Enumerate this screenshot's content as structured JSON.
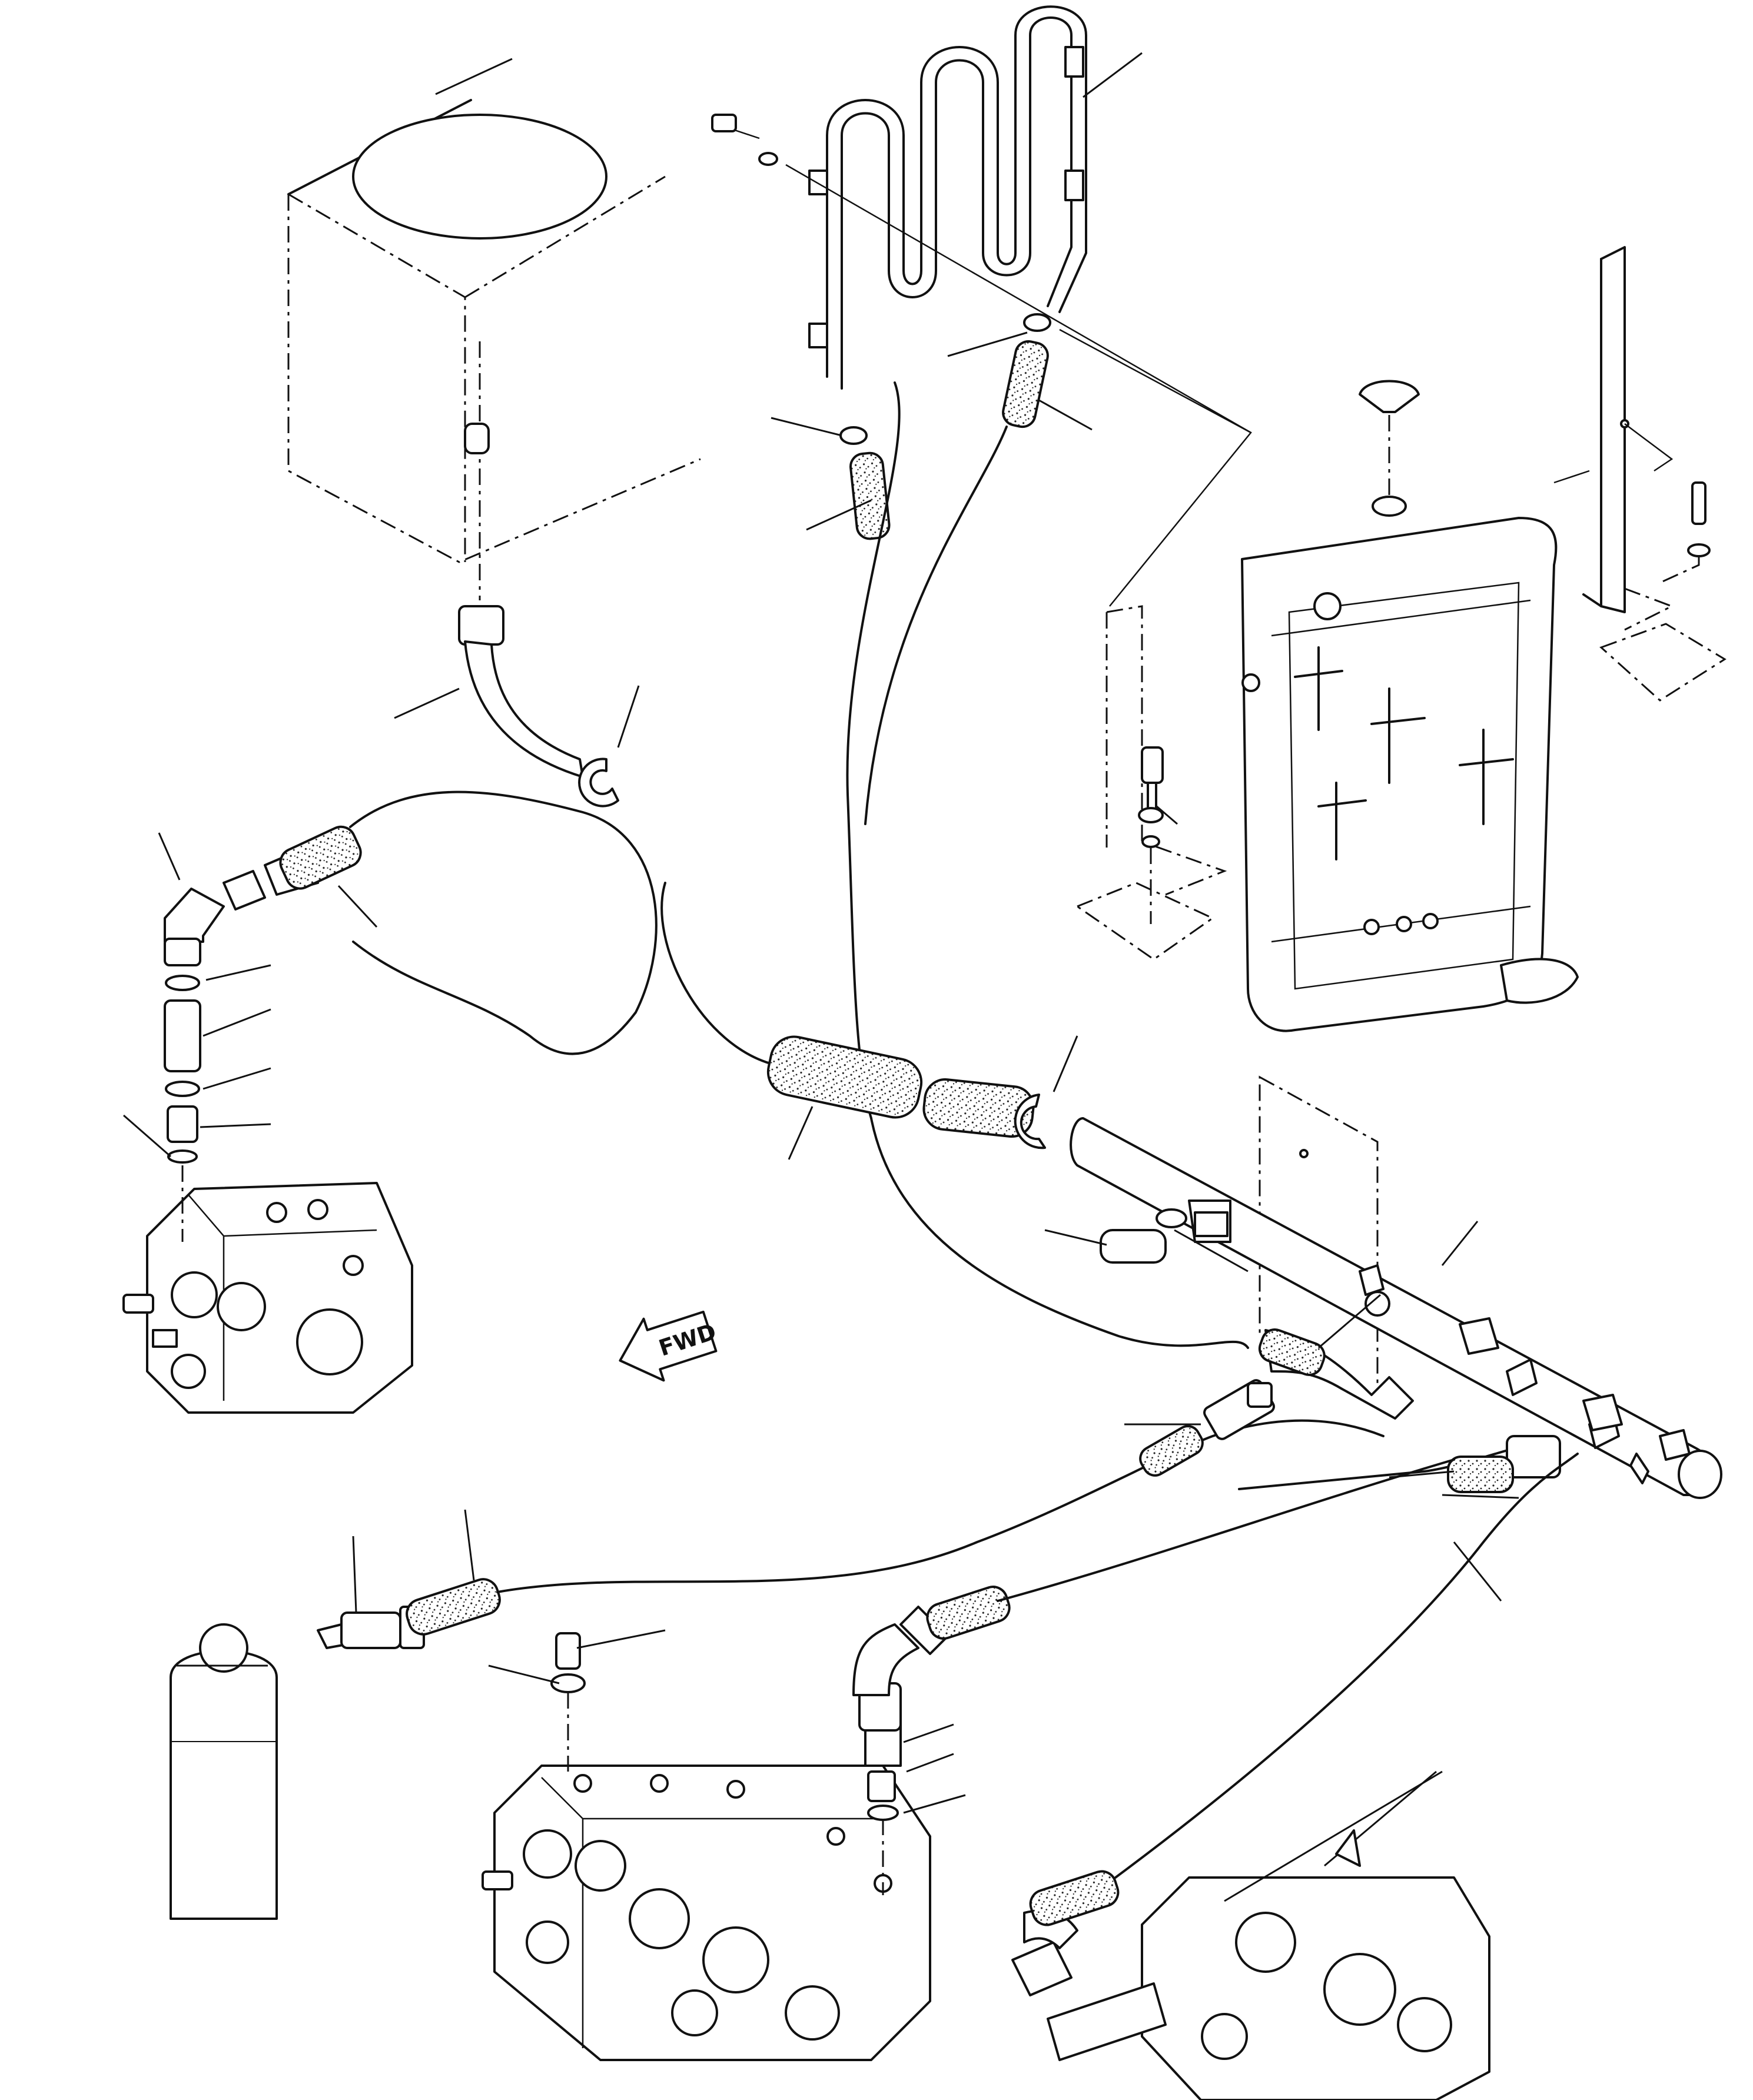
{
  "figure": {
    "type": "exploded-parts-diagram",
    "direction_marker": {
      "text": "FWD",
      "icon": "fwd-arrow-icon"
    }
  },
  "components": [
    {
      "key": "tank",
      "icon": "hydraulic-tank-icon"
    },
    {
      "key": "oil-cooler",
      "icon": "oil-cooler-coil-icon"
    },
    {
      "key": "radiator",
      "icon": "radiator-icon"
    },
    {
      "key": "bracket",
      "icon": "mounting-bracket-icon"
    },
    {
      "key": "return-tube",
      "icon": "return-manifold-tube-icon"
    },
    {
      "key": "valve-left",
      "icon": "control-valve-icon"
    },
    {
      "key": "valve-bottom",
      "icon": "control-valve-icon"
    },
    {
      "key": "valve-right",
      "icon": "control-valve-icon"
    },
    {
      "key": "accumulator",
      "icon": "accumulator-icon"
    }
  ]
}
